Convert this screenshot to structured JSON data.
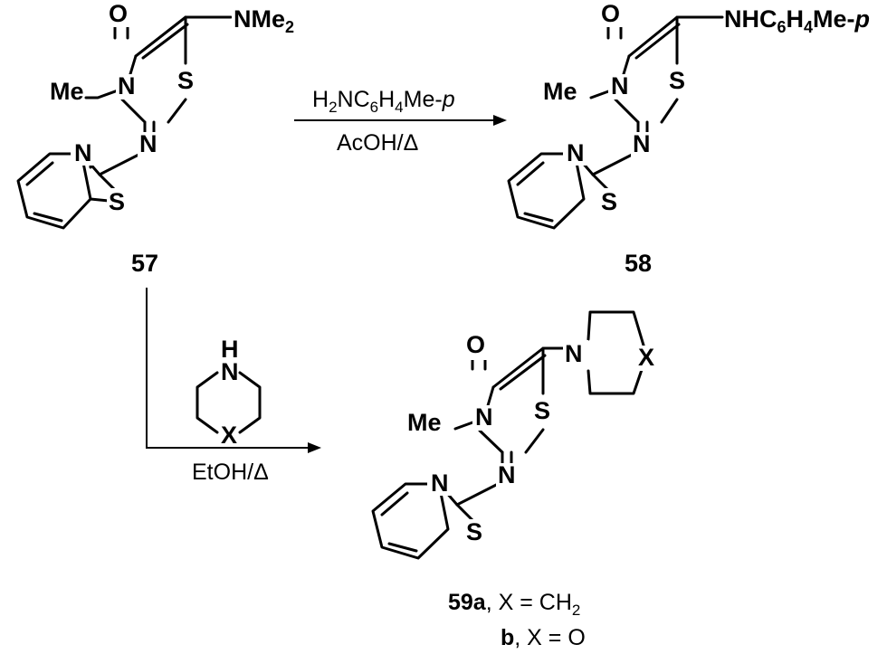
{
  "atoms": {
    "O": "O",
    "N": "N",
    "S": "S",
    "Me": "Me",
    "H": "H",
    "X": "X",
    "dash": "–",
    "nme2_base": "NMe",
    "nme2_sub": "2",
    "nh_base": "NHC",
    "nh_sub1": "6",
    "nh_mid": "H",
    "nh_sub2": "4",
    "nh_end": "Me-",
    "nh_italic": "p"
  },
  "compounds": {
    "c57": "57",
    "c58": "58",
    "c59a_bold": "59a",
    "c59a_rest": ", X = CH",
    "c59a_sub": "2",
    "c59b_bold": "b",
    "c59b_rest": ", X = O"
  },
  "conditions": {
    "r1_top_a": "H",
    "r1_top_sub1": "2",
    "r1_top_b": "NC",
    "r1_top_sub2": "6",
    "r1_top_c": "H",
    "r1_top_sub3": "4",
    "r1_top_d": "Me-",
    "r1_top_italic": "p",
    "r1_bottom": "AcOH/Δ",
    "r2_bottom": "EtOH/Δ"
  }
}
